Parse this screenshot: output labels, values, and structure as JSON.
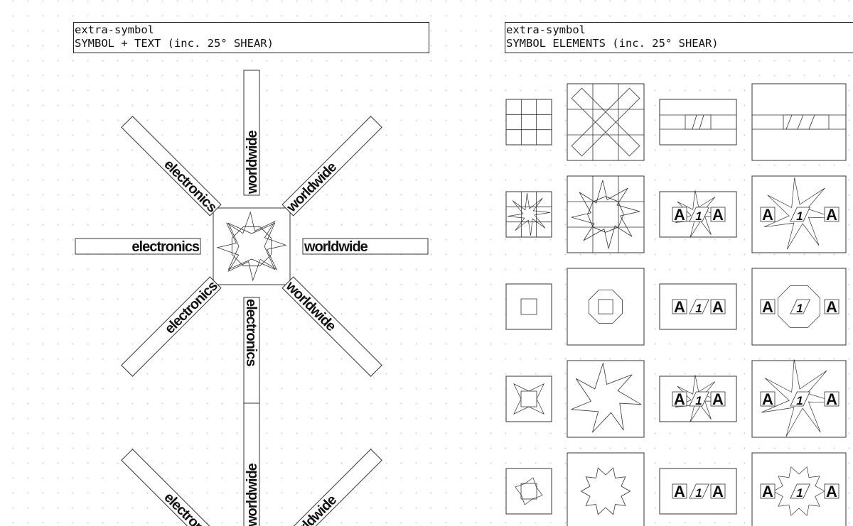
{
  "panels": {
    "left": {
      "header_line1": "extra-symbol",
      "header_line2": "SYMBOL + TEXT (inc. 25° SHEAR)",
      "word_a": "electronics",
      "word_b": "worldwide"
    },
    "right": {
      "header_line1": "extra-symbol",
      "header_line2": "SYMBOL ELEMENTS (inc. 25° SHEAR)",
      "letter": "A",
      "numeral": "1"
    }
  },
  "colors": {
    "ink": "#111111",
    "line": "#333333",
    "dots": "#c8c8c8"
  }
}
